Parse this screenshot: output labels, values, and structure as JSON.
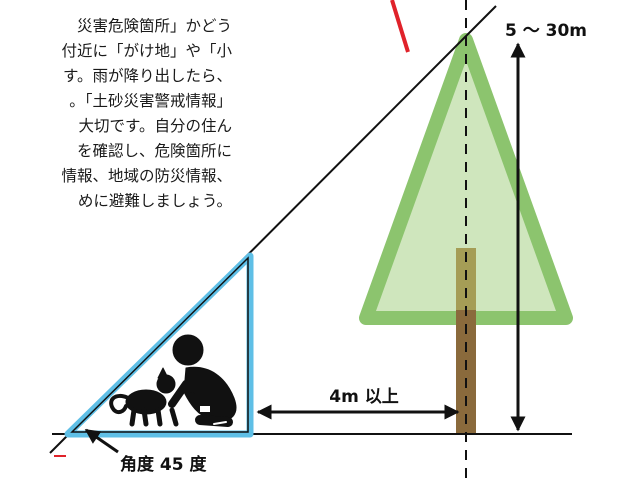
{
  "paragraph": {
    "lines": [
      "災害危険箇所」かどう",
      "付近に「がけ地」や「小",
      "す。雨が降り出したら、",
      "。「土砂災害警戒情報」",
      "大切です。自分の住ん",
      "を確認し、危険箇所に",
      "情報、地域の防災情報、",
      "めに避難しましょう。"
    ]
  },
  "diagram": {
    "tree_height_label": "5 ～ 30m",
    "distance_label": "4m 以上",
    "angle_label": "角度 45 度",
    "colors": {
      "foliage_fill": "#cfe6bd",
      "foliage_stroke": "#8cc46e",
      "trunk": "#8a6a3c",
      "shelter": "#5fbfe6",
      "accent_red": "#e0222a",
      "ink": "#111111"
    },
    "icons": [
      "person-with-dog-icon"
    ]
  }
}
